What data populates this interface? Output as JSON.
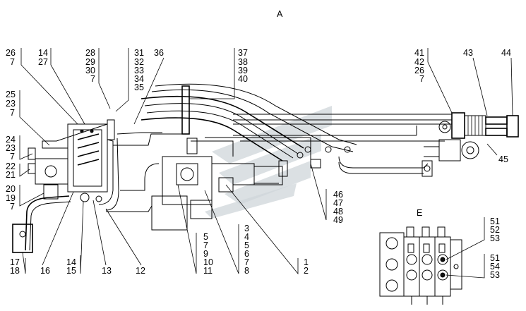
{
  "view_labels": {
    "main": "A",
    "detail": "E"
  },
  "callouts": {
    "c1": [
      "26",
      "7"
    ],
    "c2": [
      "14",
      "27"
    ],
    "c3": [
      "28",
      "29",
      "30",
      "7"
    ],
    "c4": [
      "31",
      "32",
      "33",
      "34",
      "35"
    ],
    "c5": [
      "36"
    ],
    "c6": [
      "37",
      "38",
      "39",
      "40"
    ],
    "c7": [
      "41",
      "42",
      "26",
      "7"
    ],
    "c8": [
      "43"
    ],
    "c9": [
      "44"
    ],
    "c10": [
      "25",
      "23",
      "7"
    ],
    "c11": [
      "24",
      "23",
      "7"
    ],
    "c12": [
      "22",
      "21"
    ],
    "c13": [
      "20",
      "19",
      "7"
    ],
    "c14": [
      "45"
    ],
    "c15": [
      "46",
      "47",
      "48",
      "49"
    ],
    "c16": [
      "17",
      "18"
    ],
    "c17": [
      "16"
    ],
    "c18": [
      "14",
      "15"
    ],
    "c19": [
      "13"
    ],
    "c20": [
      "12"
    ],
    "c21": [
      "5",
      "7",
      "9",
      "10",
      "11"
    ],
    "c22": [
      "3",
      "4",
      "5",
      "6",
      "7",
      "8"
    ],
    "c23": [
      "1",
      "2"
    ],
    "c24": [
      "51",
      "52",
      "53"
    ],
    "c25": [
      "51",
      "54",
      "53"
    ]
  },
  "colors": {
    "line": "#000000",
    "watermark": "#cfd6d9"
  }
}
